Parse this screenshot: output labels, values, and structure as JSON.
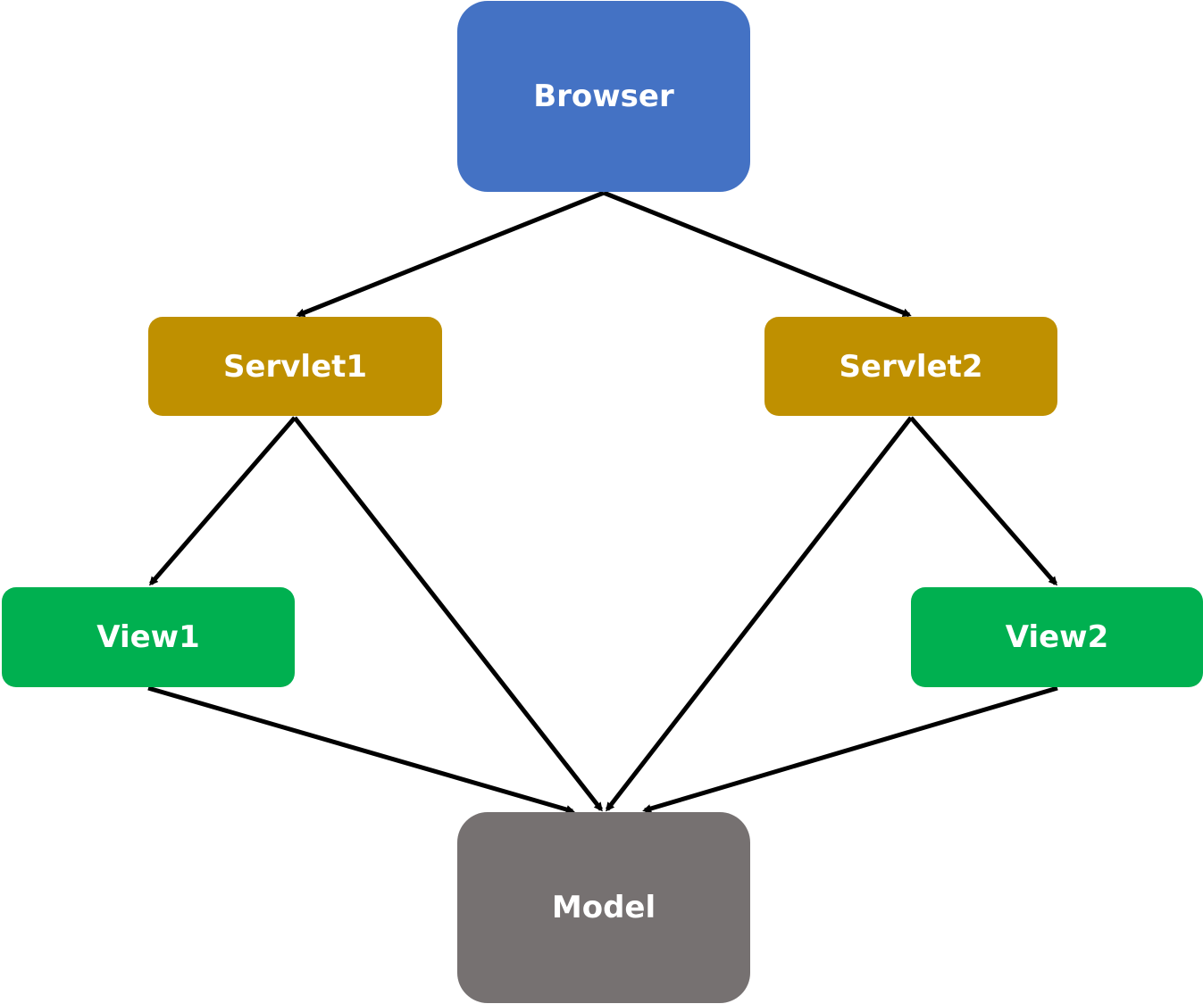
{
  "nodes": {
    "browser": {
      "label": "Browser",
      "color": "#4472C4"
    },
    "servlet1": {
      "label": "Servlet1",
      "color": "#BF9000"
    },
    "servlet2": {
      "label": "Servlet2",
      "color": "#BF9000"
    },
    "view1": {
      "label": "View1",
      "color": "#00B050"
    },
    "view2": {
      "label": "View2",
      "color": "#00B050"
    },
    "model": {
      "label": "Model",
      "color": "#767171"
    }
  },
  "edges": [
    {
      "from": "browser",
      "to": "servlet1"
    },
    {
      "from": "browser",
      "to": "servlet2"
    },
    {
      "from": "servlet1",
      "to": "view1"
    },
    {
      "from": "servlet1",
      "to": "model"
    },
    {
      "from": "servlet2",
      "to": "model"
    },
    {
      "from": "servlet2",
      "to": "view2"
    },
    {
      "from": "view1",
      "to": "model"
    },
    {
      "from": "view2",
      "to": "model"
    }
  ],
  "arrow_color": "#000000"
}
